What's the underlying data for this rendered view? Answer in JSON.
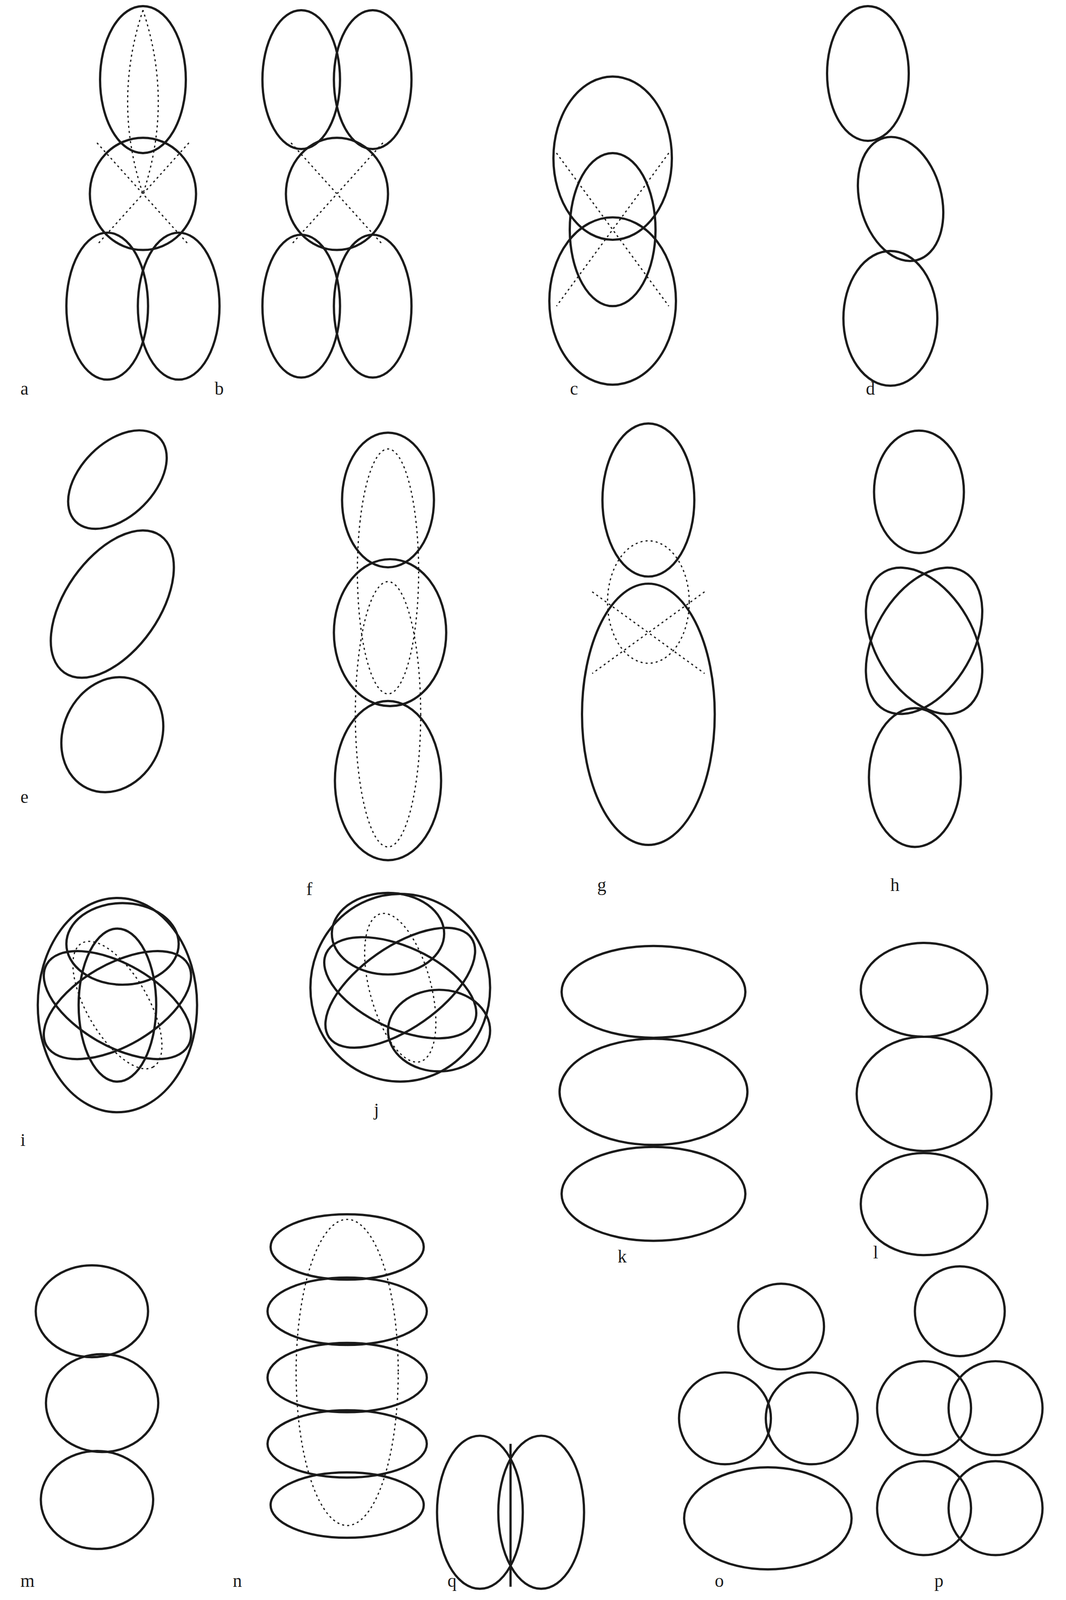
{
  "diagram": {
    "labels": [
      "a",
      "b",
      "c",
      "d",
      "e",
      "f",
      "g",
      "h",
      "i",
      "j",
      "k",
      "l",
      "m",
      "n",
      "q",
      "o",
      "p"
    ]
  }
}
